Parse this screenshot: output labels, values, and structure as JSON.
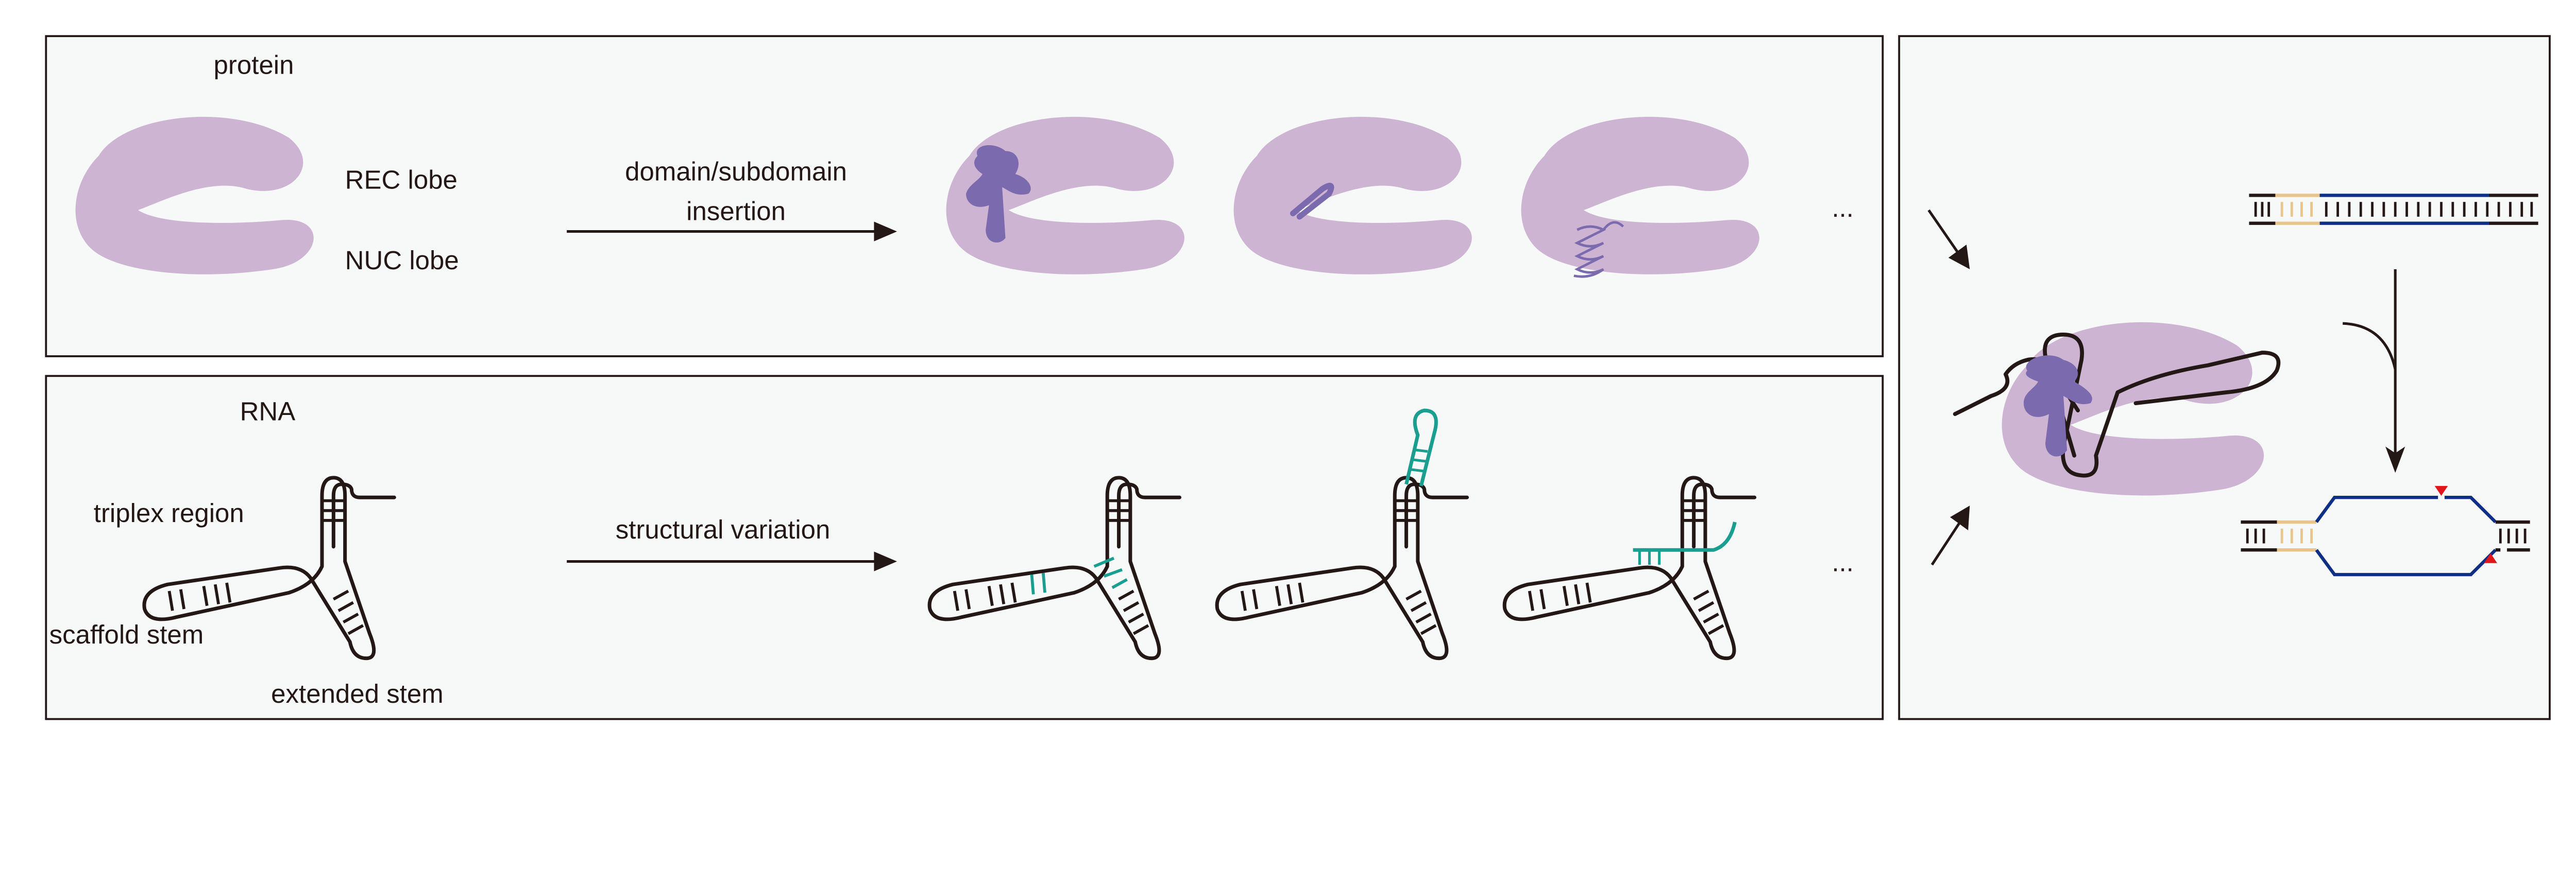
{
  "protein_panel": {
    "title": "protein",
    "rec_label": "REC lobe",
    "nuc_label": "NUC lobe",
    "arrow_label_line1": "domain/subdomain",
    "arrow_label_line2": "insertion",
    "ellipsis": "..."
  },
  "rna_panel": {
    "title": "RNA",
    "triplex_label": "triplex region",
    "scaffold_label": "scaffold stem",
    "extended_label": "extended stem",
    "arrow_label": "structural variation",
    "ellipsis": "..."
  },
  "colors": {
    "protein": "#cdb4d3",
    "insertion": "#7b6aad",
    "rna_variation": "#1a9e8f",
    "dna_target": "#0f2f86",
    "pam": "#e8c58c",
    "cut_site": "#e0161b"
  }
}
